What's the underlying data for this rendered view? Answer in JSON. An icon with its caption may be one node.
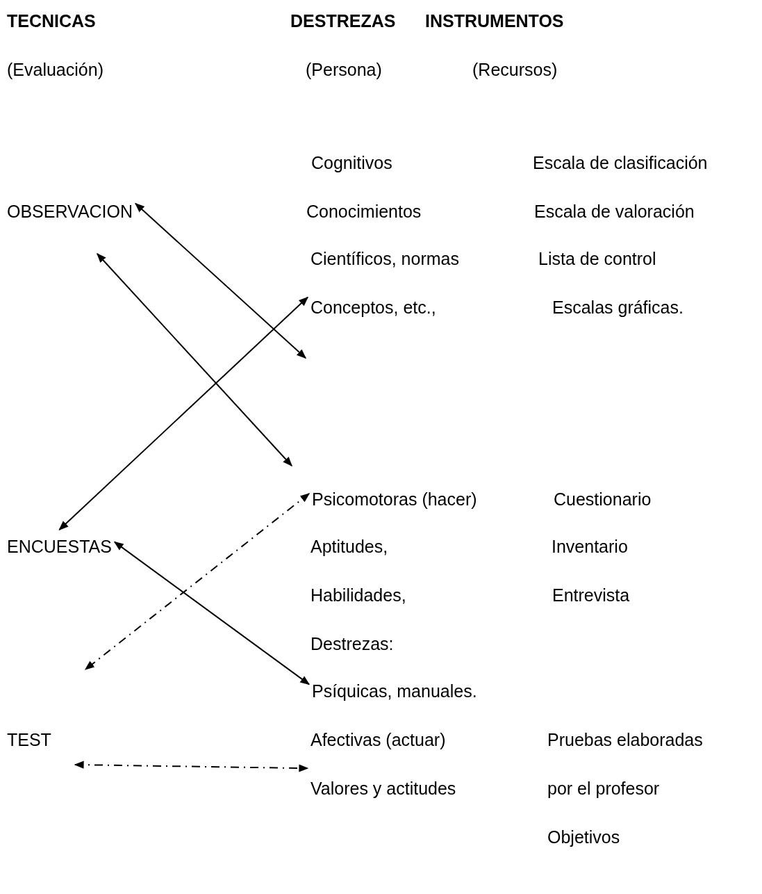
{
  "diagram": {
    "nodes": [
      {
        "text": [
          "OBSERVACION"
        ]
      },
      {
        "text": [
          "Conceptos, etc.,"
        ]
      },
      {
        "text": [
          "Psicomotoras (hacer)"
        ]
      },
      {
        "text": [
          "ENCUESTAS"
        ]
      },
      {
        "text": [
          "Psíquicas, manuales."
        ]
      },
      {
        "text": [
          "Valores y actitudes"
        ]
      }
    ],
    "edges": [
      {
        "from": 0,
        "to": null,
        "arrow": "both"
      },
      {
        "from": 1,
        "to": 3,
        "arrow": "both"
      },
      {
        "from": 2,
        "to": null,
        "arrow": "both",
        "style": "dashed"
      },
      {
        "from": 3,
        "to": 4,
        "arrow": "both"
      },
      {
        "from": null,
        "to": 5,
        "arrow": "both",
        "style": "dashed"
      }
    ],
    "labels": [
      "TECNICAS",
      "DESTREZAS",
      "INSTRUMENTOS",
      "(Evaluación)",
      "(Persona)",
      "(Recursos)",
      "Cognitivos",
      "Escala de clasificación",
      "Conocimientos",
      "Escala de valoración",
      "Científicos, normas",
      "Lista de control",
      "Escalas gráficas.",
      "Cuestionario",
      "Aptitudes,",
      "Inventario",
      "Habilidades,",
      "Entrevista",
      "Destrezas:",
      "TEST",
      "Afectivas (actuar)",
      "Pruebas elaboradas",
      "por el profesor",
      "Objetivos"
    ]
  }
}
